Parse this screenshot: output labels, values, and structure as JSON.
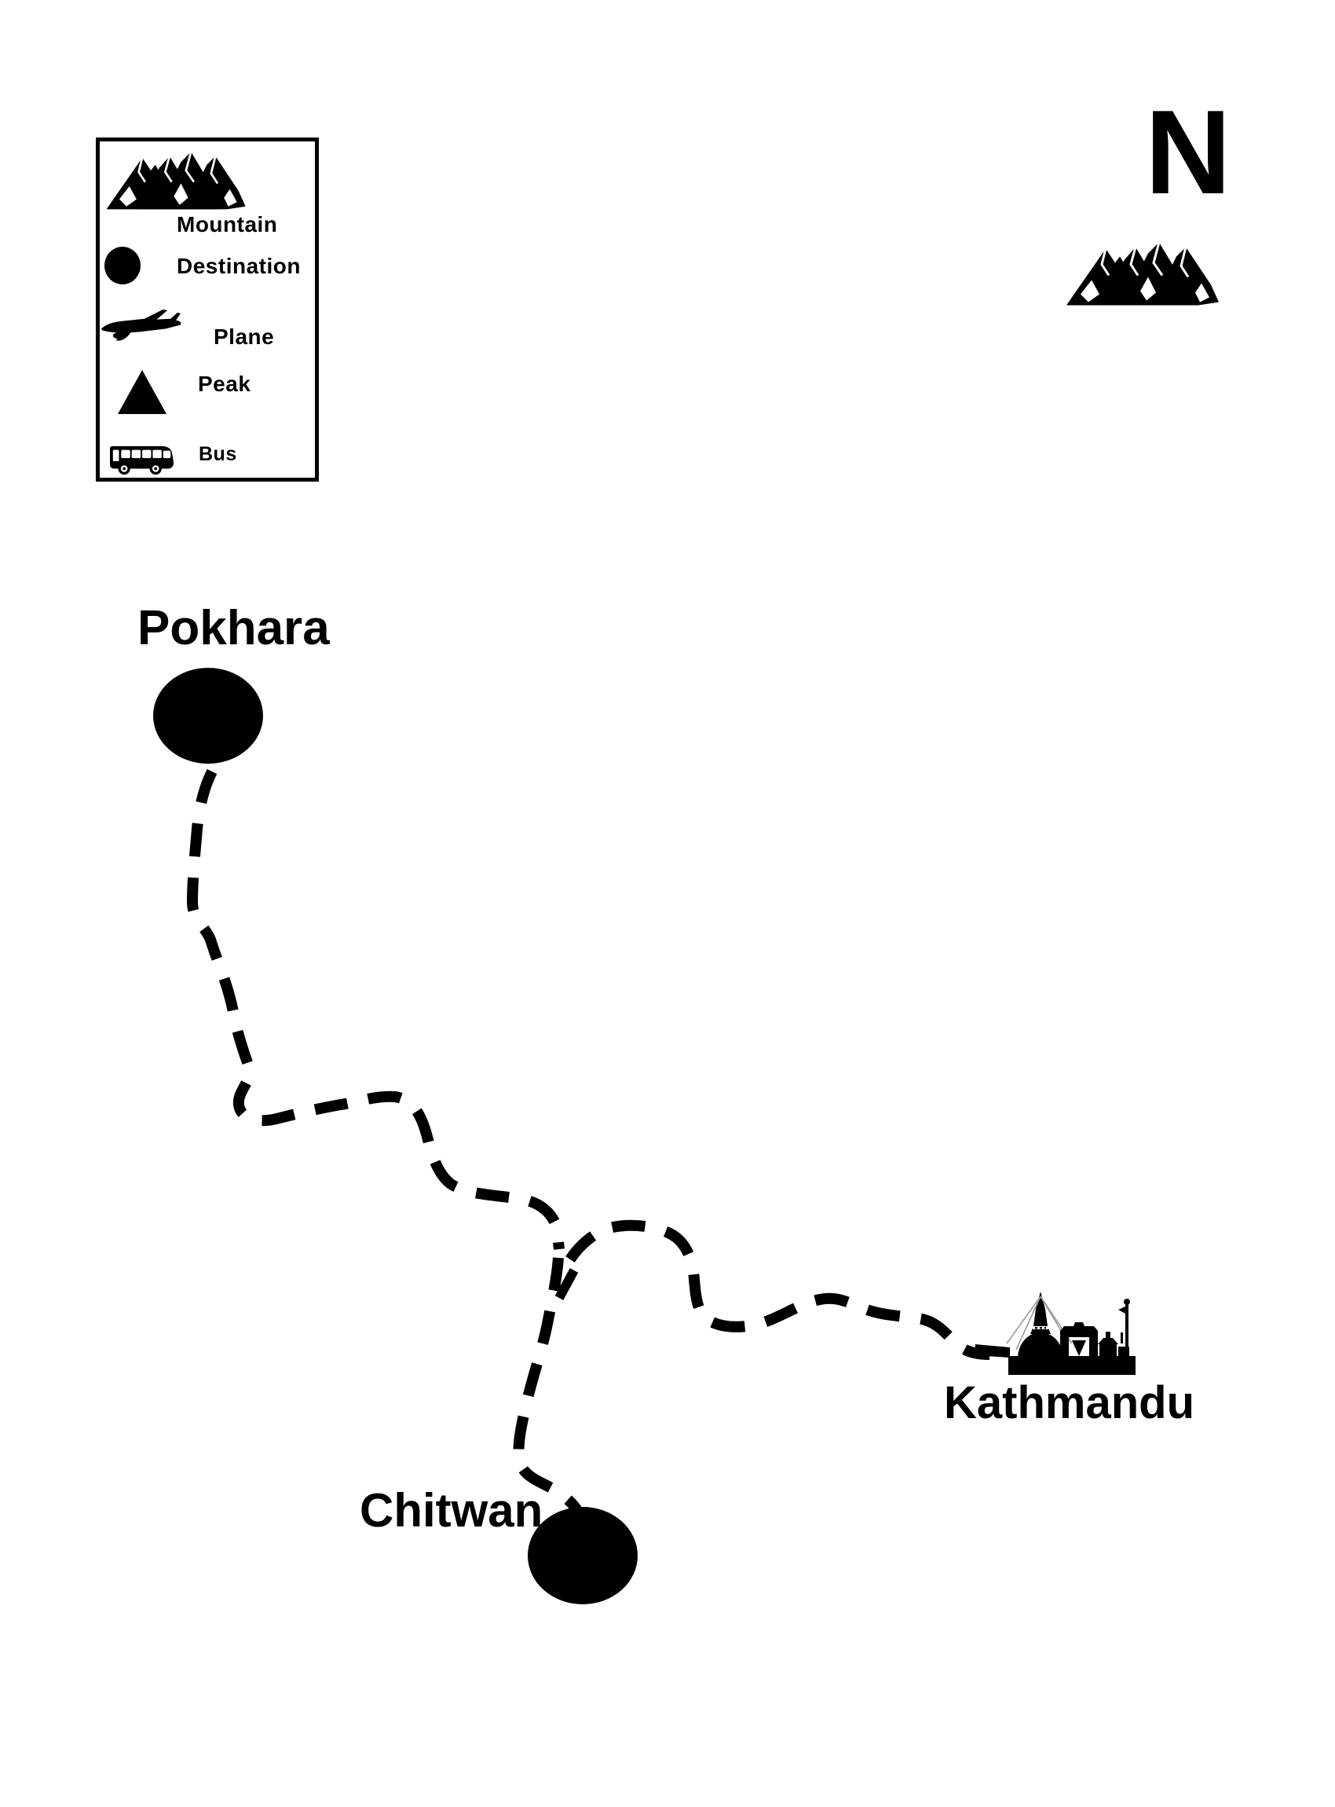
{
  "colors": {
    "background": "#ffffff",
    "ink": "#000000",
    "flag_lines": "#9a9a9a"
  },
  "compass": {
    "letter": "N"
  },
  "legend": {
    "items": [
      {
        "icon": "mountain-icon",
        "label": "Mountain"
      },
      {
        "icon": "destination-icon",
        "label": "Destination"
      },
      {
        "icon": "plane-icon",
        "label": "Plane"
      },
      {
        "icon": "peak-icon",
        "label": "Peak"
      },
      {
        "icon": "bus-icon",
        "label": "Bus"
      }
    ]
  },
  "map": {
    "destinations": [
      {
        "name": "Pokhara",
        "marker": "filled-dot"
      },
      {
        "name": "Chitwan",
        "marker": "filled-dot"
      },
      {
        "name": "Kathmandu",
        "marker": "city-skyline"
      }
    ],
    "routes": [
      {
        "from": "Pokhara",
        "to": "junction",
        "style": "dashed"
      },
      {
        "from": "junction",
        "to": "Chitwan",
        "style": "dashed"
      },
      {
        "from": "junction",
        "to": "Kathmandu",
        "style": "dashed"
      }
    ]
  }
}
